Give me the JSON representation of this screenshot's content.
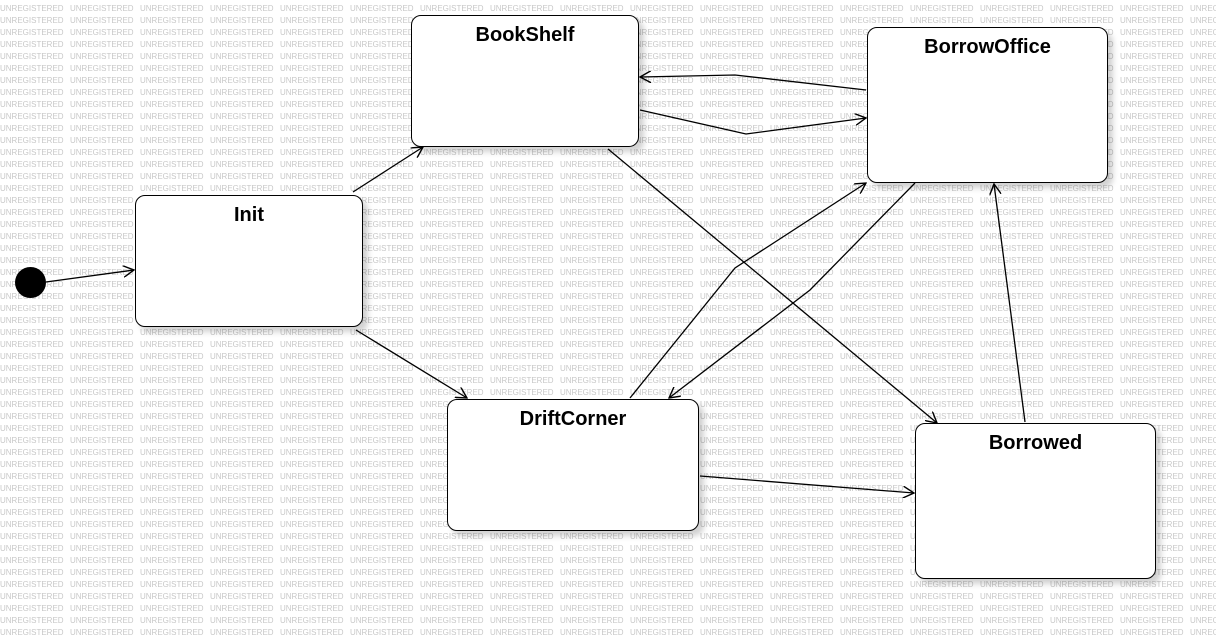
{
  "diagram": {
    "watermark_text": "UNREGISTERED",
    "states": {
      "bookshelf": {
        "name": "BookShelf"
      },
      "borrow_office": {
        "name": "BorrowOffice"
      },
      "init": {
        "name": "Init"
      },
      "drift_corner": {
        "name": "DriftCorner"
      },
      "borrowed": {
        "name": "Borrowed"
      }
    },
    "transitions": [
      {
        "from": "initial",
        "to": "Init"
      },
      {
        "from": "Init",
        "to": "BookShelf"
      },
      {
        "from": "Init",
        "to": "DriftCorner"
      },
      {
        "from": "BookShelf",
        "to": "BorrowOffice"
      },
      {
        "from": "BorrowOffice",
        "to": "BookShelf"
      },
      {
        "from": "BookShelf",
        "to": "Borrowed"
      },
      {
        "from": "DriftCorner",
        "to": "BorrowOffice"
      },
      {
        "from": "BorrowOffice",
        "to": "DriftCorner"
      },
      {
        "from": "DriftCorner",
        "to": "Borrowed"
      },
      {
        "from": "Borrowed",
        "to": "BorrowOffice"
      }
    ],
    "colors": {
      "line": "#000000",
      "watermark": "#c8c8c8",
      "background": "#ffffff"
    }
  }
}
